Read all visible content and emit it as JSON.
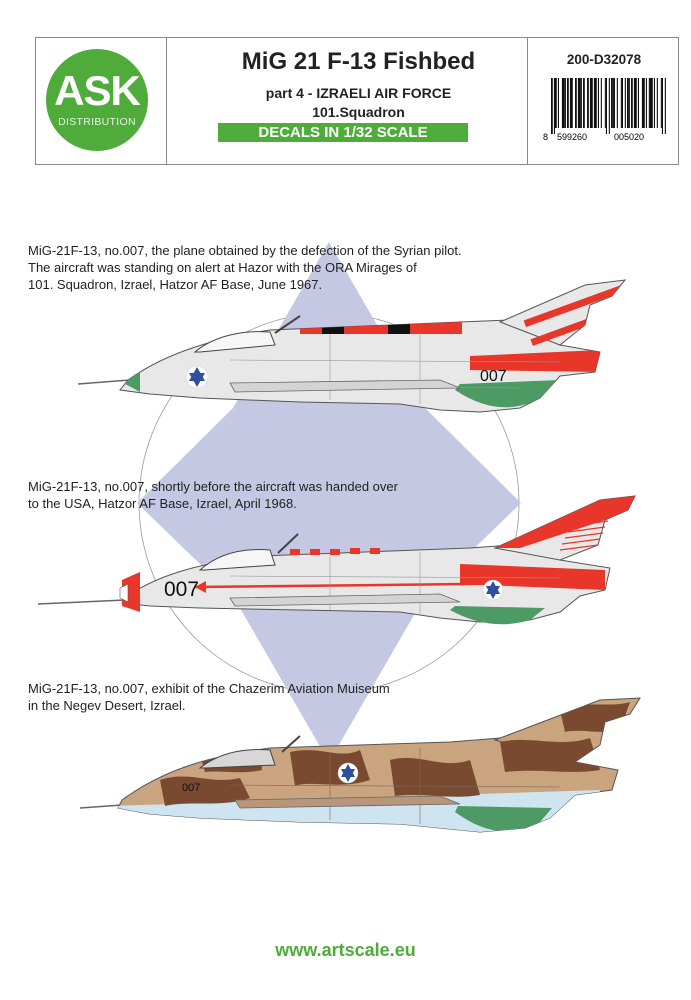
{
  "header": {
    "logo": {
      "word": "ASK",
      "sub": "DISTRIBUTION"
    },
    "title": "MiG 21 F-13 Fishbed",
    "subtitle": "part 4 - IZRAELI AIR FORCE",
    "squadron": "101.Squadron",
    "scale": "DECALS IN 1/32 SCALE",
    "code": "200-D32078",
    "barcode": {
      "d1": "8",
      "d2": "599260",
      "d3": "005020"
    }
  },
  "profiles": [
    {
      "lines": [
        "MiG-21F-13, no.007, the plane obtained by the defection of the Syrian pilot.",
        "The aircraft was standing on alert at Hazor with the ORA Mirages of",
        "101. Squadron, Izrael, Hatzor AF Base, June 1967."
      ],
      "number": "007"
    },
    {
      "lines": [
        "MiG-21F-13, no.007, shortly before the aircraft was handed over",
        "to the USA, Hatzor AF Base, Izrael, April 1968."
      ],
      "number": "007"
    },
    {
      "lines": [
        "MiG-21F-13, no.007, exhibit of the Chazerim Aviation Muiseum",
        "in the Negev Desert, Izrael."
      ],
      "number": "007"
    }
  ],
  "colors": {
    "brand_green": "#4fab3a",
    "star_lavender": "#c5c8e3",
    "roundel_blue": "#2d4fa0",
    "warning_red": "#e8362a",
    "belly_green": "#4d9a64",
    "desert_sand": "#c9a47e",
    "desert_brown": "#7a4a30",
    "light_blue": "#cfe4f1"
  },
  "footer": {
    "url": "www.artscale.eu"
  }
}
